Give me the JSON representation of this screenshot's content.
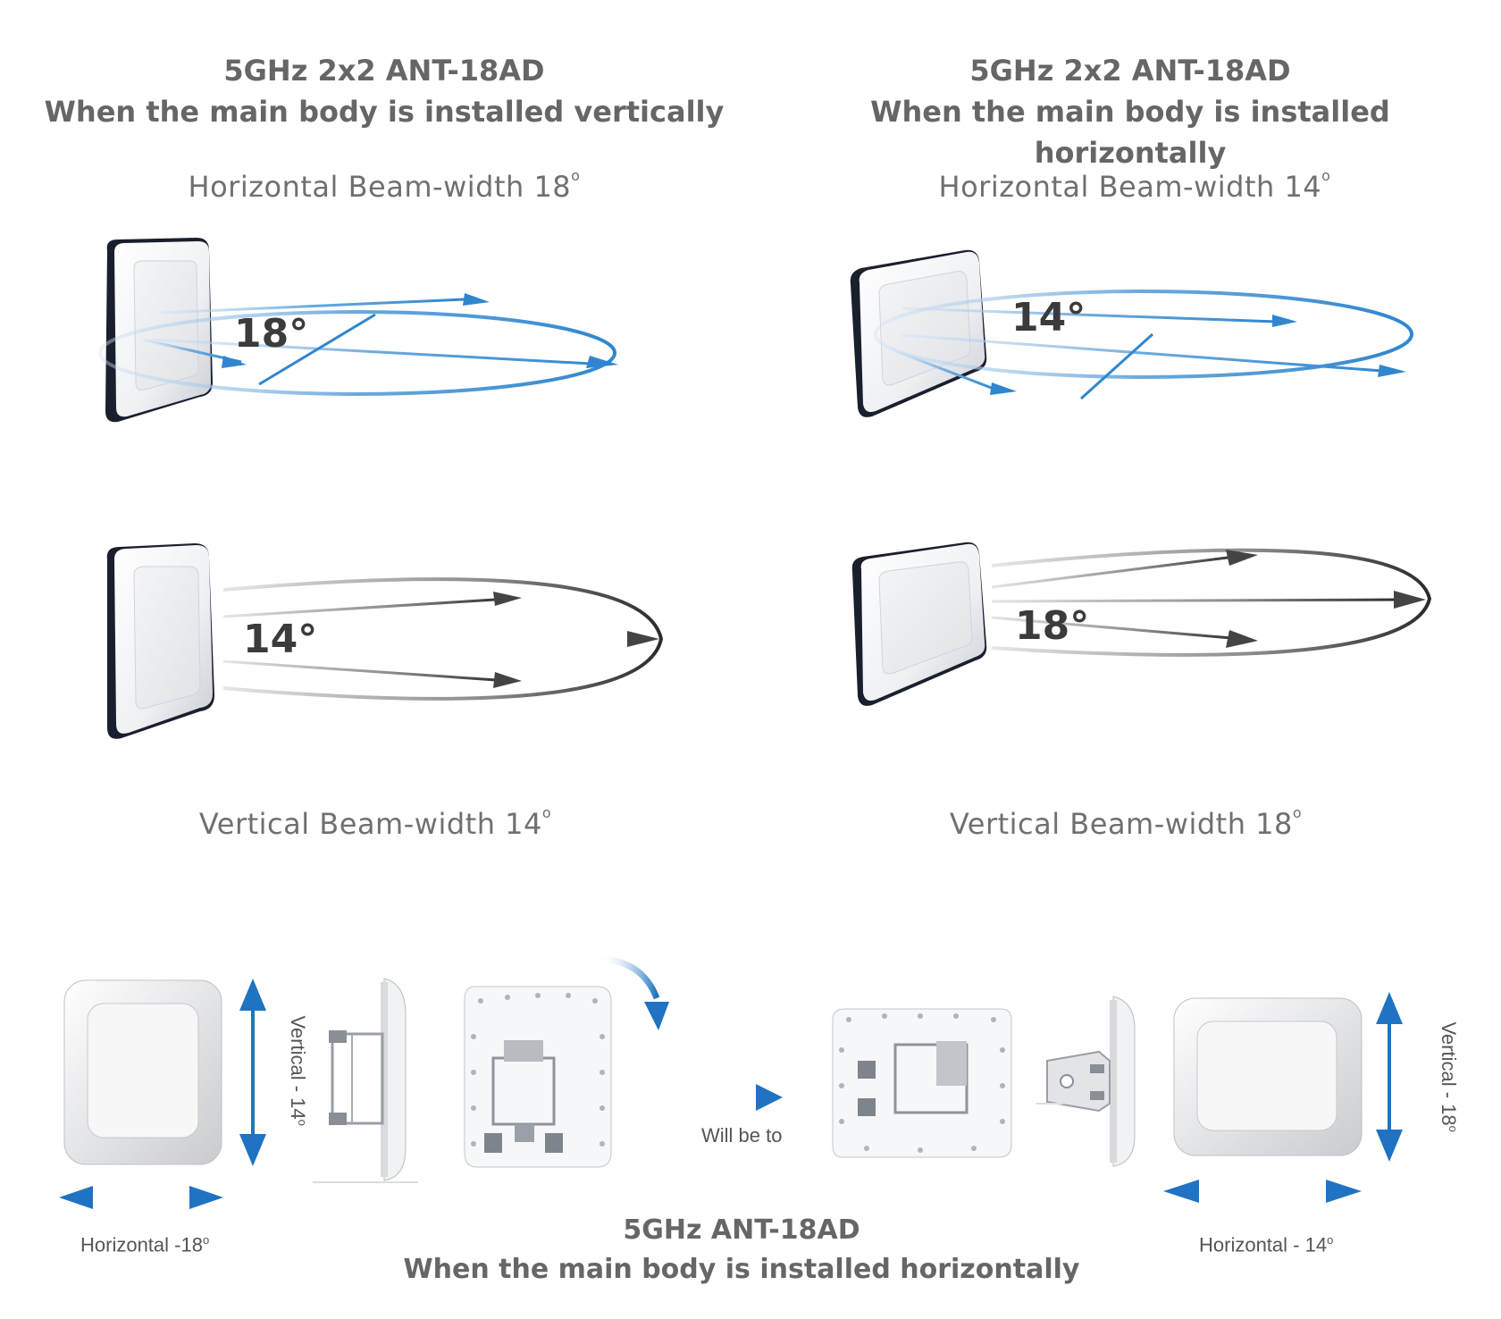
{
  "colors": {
    "heading": "#666666",
    "beam_blue": "#2f86cf",
    "arrow_blue": "#1f73c2",
    "beam_dark": "#3a3a3a",
    "panel_edge": "#1a1f2e"
  },
  "left": {
    "title_line1": "5GHz 2x2 ANT-18AD",
    "title_line2": "When the main body is installed vertically",
    "horizontal_beam": "Horizontal Beam-width 18",
    "horizontal_angle": "18°",
    "vertical_angle": "14°",
    "vertical_beam": "Vertical Beam-width 14"
  },
  "right": {
    "title_line1": "5GHz 2x2 ANT-18AD",
    "title_line2": "When the main body is installed horizontally",
    "horizontal_beam": "Horizontal Beam-width 14",
    "horizontal_angle": "14°",
    "vertical_angle": "18°",
    "vertical_beam": "Vertical Beam-width 18"
  },
  "degree_mark": "o",
  "bottom": {
    "vertical_left": "Vertical - 14",
    "horizontal_left": "Horizontal -18",
    "will_be_to": "Will be to",
    "title_line1": "5GHz ANT-18AD",
    "title_line2": "When the main body is installed horizontally",
    "vertical_right": "Vertical - 18",
    "horizontal_right": "Horizontal - 14"
  }
}
